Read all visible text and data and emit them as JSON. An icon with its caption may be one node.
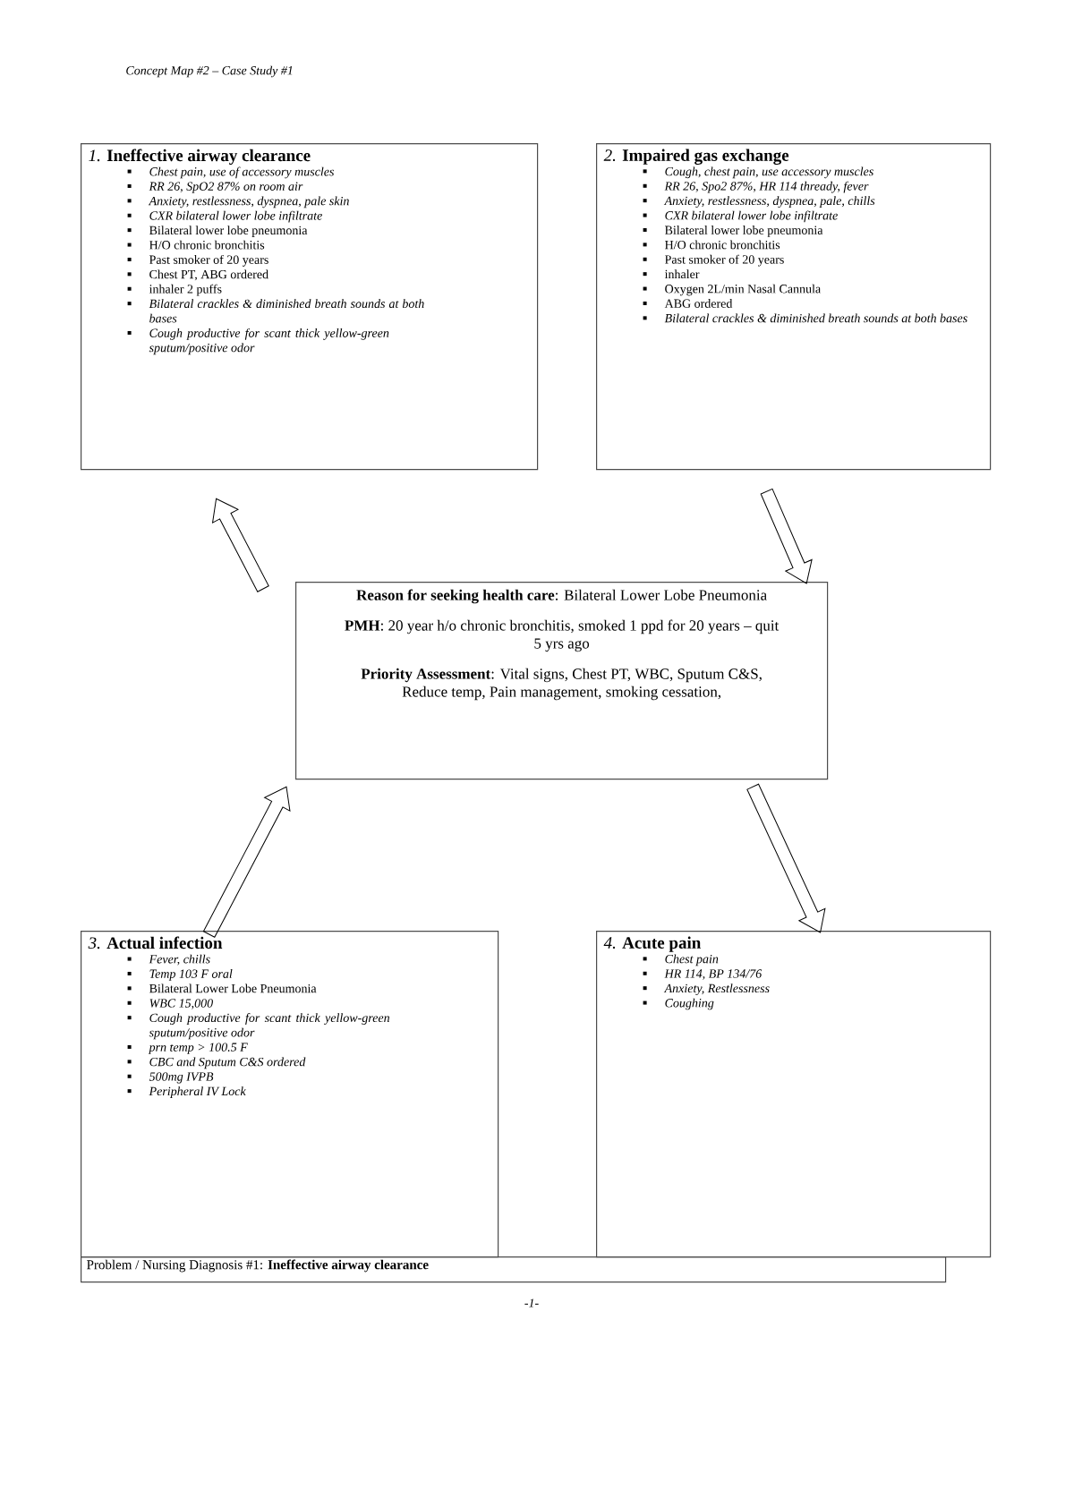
{
  "diagram": {
    "title": "Concept Map #2 – Case Study #1",
    "nodes": [
      {
        "text": [
          "*1.* **Ineffective airway clearance**",
          "Chest pain, use of accessory muscles",
          "RR 26, SpO2 87% on room air",
          "Anxiety, restlessness, dyspnea, pale skin",
          "CXR bilateral lower lobe infiltrate",
          "Bilateral lower lobe pneumonia",
          "H/O chronic bronchitis",
          "Past smoker of 20 years",
          "Chest PT, ABG ordered",
          "inhaler 2 puffs",
          "Bilateral crackles & diminished breath sounds at both bases",
          "Cough productive for scant thick yellow-green sputum/positive odor"
        ]
      },
      {
        "text": [
          "*2.* **Impaired gas exchange**",
          "Cough, chest pain, use accessory muscles",
          "RR 26, Spo2 87%, HR 114 thready, fever",
          "Anxiety, restlessness, dyspnea, pale, chills",
          "CXR bilateral lower lobe infiltrate",
          "Bilateral lower lobe pneumonia",
          "H/O chronic bronchitis",
          "Past smoker of 20 years",
          "inhaler",
          "Oxygen 2L/min Nasal Cannula",
          "ABG ordered",
          "Bilateral crackles & diminished breath sounds at both bases"
        ]
      },
      {
        "text": [
          "**Reason for seeking health care**: Bilateral Lower Lobe Pneumonia",
          "**PMH**: 20 year h/o chronic bronchitis, smoked 1 ppd for 20 years – quit 5 yrs ago",
          "**Priority Assessment**: Vital signs, Chest PT, WBC, Sputum C&S, Reduce temp, Pain management, smoking cessation,"
        ]
      },
      {
        "text": [
          "*3.* **Actual infection**",
          "Fever, chills",
          "Temp 103 F oral",
          "Bilateral Lower Lobe Pneumonia",
          "WBC 15,000",
          "Cough productive for scant thick yellow-green sputum/positive odor",
          "prn temp > 100.5 F",
          "CBC and Sputum C&S ordered",
          "500mg IVPB",
          "Peripheral IV Lock"
        ]
      },
      {
        "text": [
          "*4.* **Acute pain**",
          "Chest pain",
          "HR 114, BP 134/76",
          "Anxiety, Restlessness",
          "Coughing"
        ]
      },
      {
        "text": [
          "Problem / Nursing Diagnosis #1: **Ineffective airway clearance**"
        ]
      }
    ],
    "edges": [
      {
        "from": 2,
        "to": 0,
        "arrow": "to"
      },
      {
        "from": 1,
        "to": 2,
        "arrow": "to"
      },
      {
        "from": 3,
        "to": 2,
        "arrow": "to"
      },
      {
        "from": 2,
        "to": 4,
        "arrow": "to"
      }
    ],
    "labels": [
      "-1-"
    ]
  }
}
